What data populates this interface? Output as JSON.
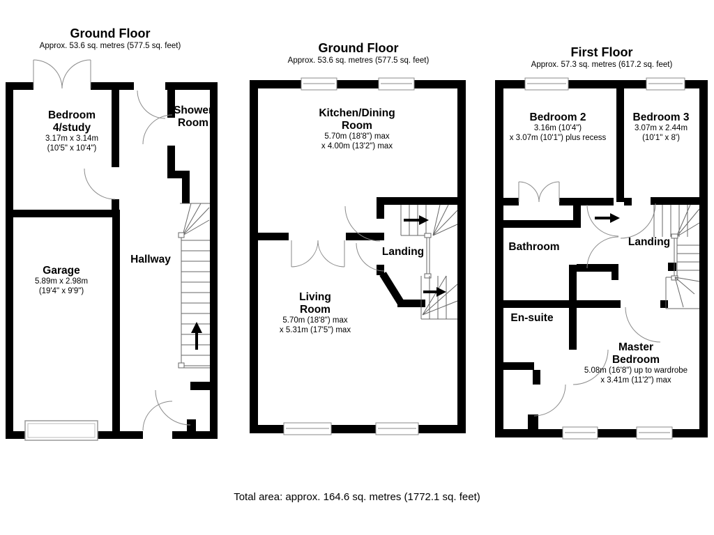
{
  "total_area_label": "Total area: approx. 164.6 sq. metres (1772.1 sq. feet)",
  "colors": {
    "wall": "#000000",
    "background": "#ffffff",
    "thin_line": "#666666"
  },
  "plans": [
    {
      "title": "Ground Floor",
      "subtitle": "Approx. 53.6 sq. metres (577.5 sq. feet)",
      "rooms": [
        {
          "name": "Bedroom\n4/study",
          "dims": "3.17m x 3.14m\n(10'5\" x 10'4\")"
        },
        {
          "name": "Shower\nRoom",
          "dims": ""
        },
        {
          "name": "Garage",
          "dims": "5.89m x 2.98m\n(19'4\" x 9'9\")"
        },
        {
          "name": "Hallway",
          "dims": ""
        }
      ]
    },
    {
      "title": "Ground Floor",
      "subtitle": "Approx. 53.6 sq. metres (577.5 sq. feet)",
      "rooms": [
        {
          "name": "Kitchen/Dining\nRoom",
          "dims": "5.70m (18'8\") max\nx 4.00m (13'2\") max"
        },
        {
          "name": "Landing",
          "dims": ""
        },
        {
          "name": "Living\nRoom",
          "dims": "5.70m (18'8\") max\nx 5.31m (17'5\") max"
        }
      ]
    },
    {
      "title": "First Floor",
      "subtitle": "Approx. 57.3 sq. metres (617.2 sq. feet)",
      "rooms": [
        {
          "name": "Bedroom 2",
          "dims": "3.16m (10'4\")\nx 3.07m (10'1\") plus recess"
        },
        {
          "name": "Bedroom 3",
          "dims": "3.07m x 2.44m\n(10'1\" x 8')"
        },
        {
          "name": "Bathroom",
          "dims": ""
        },
        {
          "name": "Landing",
          "dims": ""
        },
        {
          "name": "En-suite",
          "dims": ""
        },
        {
          "name": "Master\nBedroom",
          "dims": "5.08m (16'8\") up to wardrobe\nx 3.41m (11'2\") max"
        }
      ]
    }
  ]
}
